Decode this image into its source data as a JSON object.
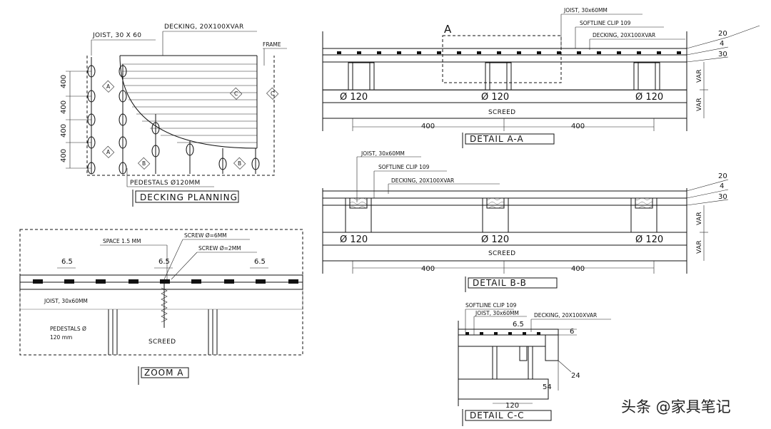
{
  "planning": {
    "joist_label": "JOIST, 30 X 60",
    "decking_label": "DECKING, 20X100XVAR",
    "frame_label": "FRAME",
    "dims": [
      "400",
      "400",
      "400",
      "400"
    ],
    "pedestals_label": "PEDESTALS Ø120MM",
    "title": "DECKING PLANNING",
    "markers": [
      "A",
      "A",
      "B",
      "B",
      "C",
      "C"
    ]
  },
  "detail_aa": {
    "marker": "A",
    "joist_label": "JOIST, 30x60MM",
    "clip_label": "SOFTLINE CLIP 109",
    "decking_label": "DECKING, 20X100XVAR",
    "right_dims": [
      "20",
      "4",
      "30"
    ],
    "var_labels": [
      "VAR",
      "VAR"
    ],
    "diameters": [
      "Ø 120",
      "Ø 120",
      "Ø 120"
    ],
    "screed_label": "SCREED",
    "spans": [
      "400",
      "400"
    ],
    "title": "DETAIL A-A"
  },
  "detail_bb": {
    "joist_label": "JOIST, 30x60MM",
    "clip_label": "SOFTLINE CLIP 109",
    "decking_label": "DECKING, 20X100XVAR",
    "right_dims": [
      "20",
      "4",
      "30"
    ],
    "var_labels": [
      "VAR",
      "VAR"
    ],
    "diameters": [
      "Ø 120",
      "Ø 120",
      "Ø 120"
    ],
    "screed_label": "SCREED",
    "spans": [
      "400",
      "400"
    ],
    "title": "DETAIL B-B"
  },
  "zoom_a": {
    "space_label": "SPACE 1.5 MM",
    "screw6_label": "SCREW Ø=6MM",
    "screw2_label": "SCREW Ø=2MM",
    "dims": [
      "6.5",
      "6.5",
      "6.5"
    ],
    "joist_label": "JOIST, 30x60MM",
    "pedestals_label_1": "PEDESTALS Ø",
    "pedestals_label_2": "120 mm",
    "screed_label": "SCREED",
    "title": "ZOOM A"
  },
  "detail_cc": {
    "clip_label": "SOFTLINE CLIP 109",
    "joist_label": "JOIST, 30x60MM",
    "decking_label": "DECKING, 20X100XVAR",
    "dim_65": "6.5",
    "dim_6": "6",
    "dim_24": "24",
    "dim_54": "54",
    "dim_120": "120",
    "title": "DETAIL C-C"
  },
  "watermark": "头条 @家具笔记"
}
